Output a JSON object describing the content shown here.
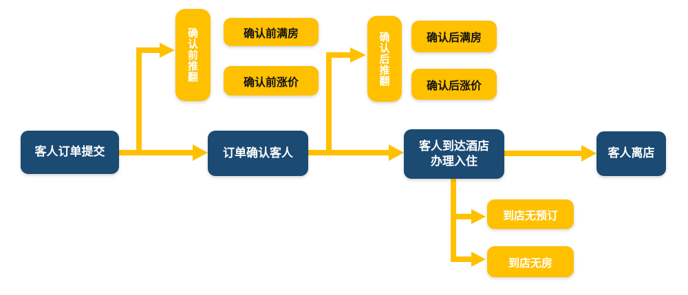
{
  "colors": {
    "main_node_fill": "#1b4a73",
    "main_node_text": "#ffffff",
    "branch_node_fill": "#ffc000",
    "arrow": "#ffc000"
  },
  "flow": {
    "main_nodes": [
      {
        "label": "客人订单提交"
      },
      {
        "label": "订单确认客人"
      },
      {
        "label": "客人到达酒店\n办理入住"
      },
      {
        "label": "客人离店"
      }
    ],
    "pre_confirm_branch": {
      "root_label": "确认前推翻",
      "leaves": [
        {
          "label": "确认前满房"
        },
        {
          "label": "确认前涨价"
        }
      ]
    },
    "post_confirm_branch": {
      "root_label": "确认后推翻",
      "leaves": [
        {
          "label": "确认后满房"
        },
        {
          "label": "确认后涨价"
        }
      ]
    },
    "checkin_branch": {
      "leaves": [
        {
          "label": "到店无预订"
        },
        {
          "label": "到店无房"
        }
      ]
    }
  }
}
